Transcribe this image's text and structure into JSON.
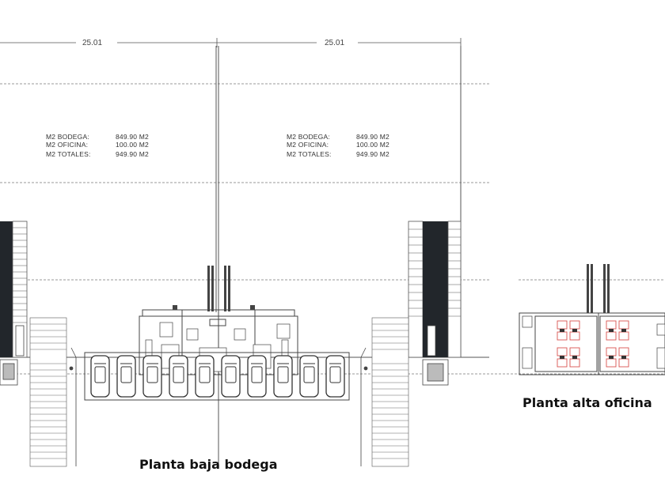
{
  "dimensions": {
    "left_width": "25.01",
    "right_width": "25.01"
  },
  "areas": {
    "bodega_label": "M2 BODEGA:",
    "bodega_value": "849.90 M2",
    "oficina_label": "M2 OFICINA:",
    "oficina_value": "100.00 M2",
    "totales_label": "M2 TOTALES:",
    "totales_value": "949.90 M2"
  },
  "captions": {
    "ground_floor": "Planta baja bodega",
    "upper_floor": "Planta alta oficina"
  },
  "parking": {
    "spaces": 10
  },
  "colors": {
    "line": "#555555",
    "dark_fill": "#22262b",
    "furniture_accent": "#d9534f"
  }
}
